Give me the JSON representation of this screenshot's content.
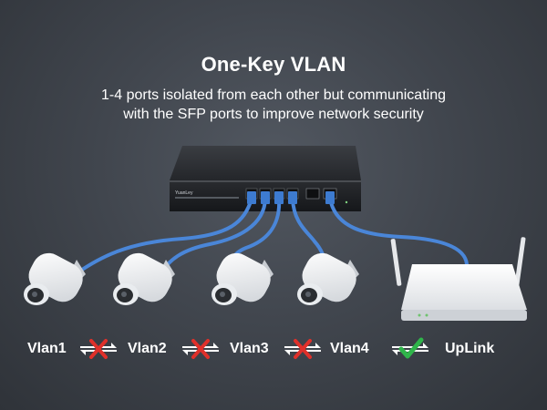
{
  "header": {
    "title": "One-Key VLAN",
    "subtitle_line1": "1-4 ports isolated from each other but communicating",
    "subtitle_line2": "with the SFP ports to improve network security"
  },
  "switch": {
    "brand": "YuanLey"
  },
  "labels": {
    "vlan1": "Vlan1",
    "vlan2": "Vlan2",
    "vlan3": "Vlan3",
    "vlan4": "Vlan4",
    "uplink": "UpLink"
  },
  "colors": {
    "cable": "#4a86d8",
    "blocked": "#e0302a",
    "allowed": "#2fb54a"
  },
  "icons": [
    "blocked-link-icon",
    "allowed-link-icon",
    "camera-icon",
    "router-icon",
    "switch-icon"
  ]
}
